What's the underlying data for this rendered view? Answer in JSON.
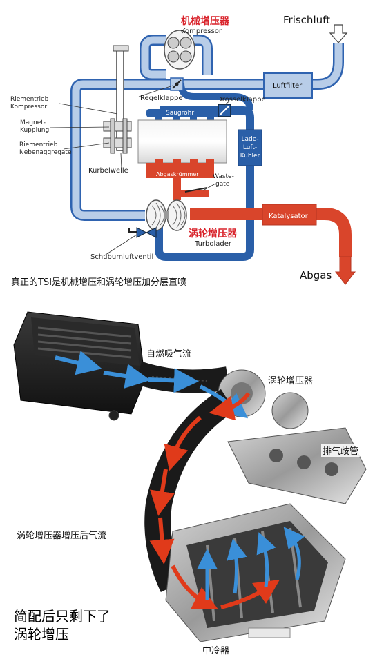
{
  "schema": {
    "supercharger_cn": "机械增压器",
    "kompressor": "Kompressor",
    "frischluft": "Frischluft",
    "regelklappe": "Regelklappe",
    "drosselklappe": "Drosselklappe",
    "luftfilter": "Luftfilter",
    "riementrieb_kompressor": [
      "Riementrieb",
      "Kompressor"
    ],
    "magnet_kupplung": [
      "Magnet-",
      "Kupplung"
    ],
    "riementrieb_neben": [
      "Riementrieb",
      "Nebenaggregate"
    ],
    "saugrohr": "Saugrohr",
    "ladeluftkuehler": [
      "Lade-",
      "Luft-",
      "Kühler"
    ],
    "kurbelwelle": "Kurbelwelle",
    "abgaskruemmer": "Abgaskrümmer",
    "wastegate": [
      "Waste-",
      "gate"
    ],
    "katalysator": "Katalysator",
    "turbo_cn": "涡轮增压器",
    "turbolader": "Turbolader",
    "schubumluftventil": "Schubumluftventil",
    "abgas": "Abgas"
  },
  "caption_top": "真正的TSI是机械增压和涡轮增压加分层直喷",
  "photo": {
    "label_intake": "自燃吸气流",
    "label_turbo": "涡轮增压器",
    "label_manifold": "排气歧管",
    "label_boost_flow": "涡轮增压器增压后气流",
    "label_intercooler": "中冷器"
  },
  "caption_bottom": [
    "简配后只剩下了",
    "涡轮增压"
  ],
  "colors": {
    "air_pipe": "#b8cde8",
    "air_outline": "#2f63b0",
    "charge_pipe": "#2a5fa8",
    "exhaust": "#d9452b",
    "title_red": "#d9232b"
  }
}
